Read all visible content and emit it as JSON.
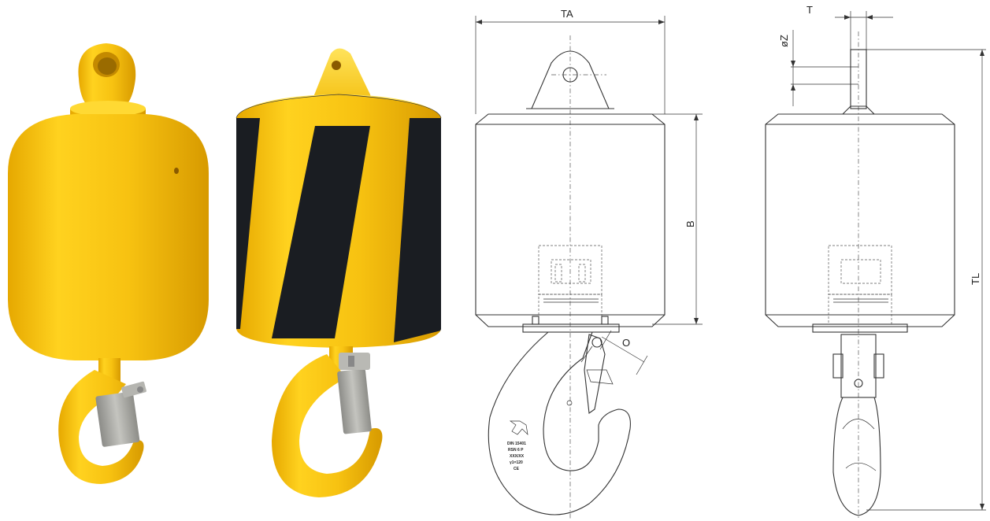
{
  "dimensions": {
    "ta": "TA",
    "b": "B",
    "o": "O",
    "t": "T",
    "oz": "øZ",
    "tl": "TL"
  },
  "hook_marking": {
    "line1": "DIN 15401",
    "line2": "RSN 6 P",
    "line3": "XXX/XX",
    "line4": "γ1=120",
    "line5": "CE"
  },
  "colors": {
    "body_yellow": "#f5bf0f",
    "stripe_black": "#1a1d22",
    "latch_grey": "#a9a9a4"
  }
}
